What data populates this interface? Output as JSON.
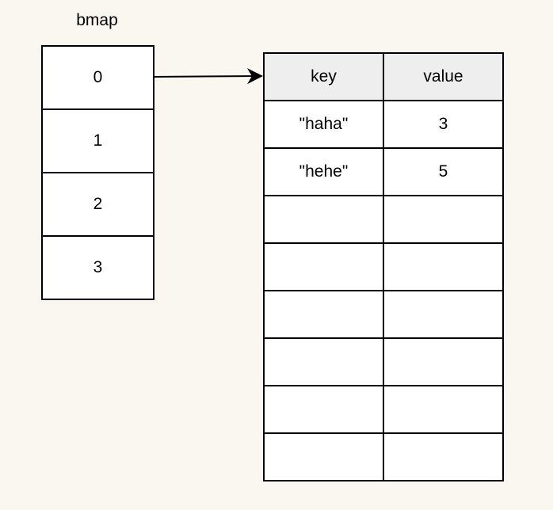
{
  "bmap": {
    "title": "bmap",
    "buckets": [
      "0",
      "1",
      "2",
      "3"
    ]
  },
  "table": {
    "headers": {
      "key": "key",
      "value": "value"
    },
    "rows": [
      {
        "key": "\"haha\"",
        "value": "3"
      },
      {
        "key": "\"hehe\"",
        "value": "5"
      },
      {
        "key": "",
        "value": ""
      },
      {
        "key": "",
        "value": ""
      },
      {
        "key": "",
        "value": ""
      },
      {
        "key": "",
        "value": ""
      },
      {
        "key": "",
        "value": ""
      },
      {
        "key": "",
        "value": ""
      }
    ]
  },
  "colors": {
    "background": "#faf7f0",
    "header_fill": "#eeeeee",
    "stroke": "#000000"
  }
}
